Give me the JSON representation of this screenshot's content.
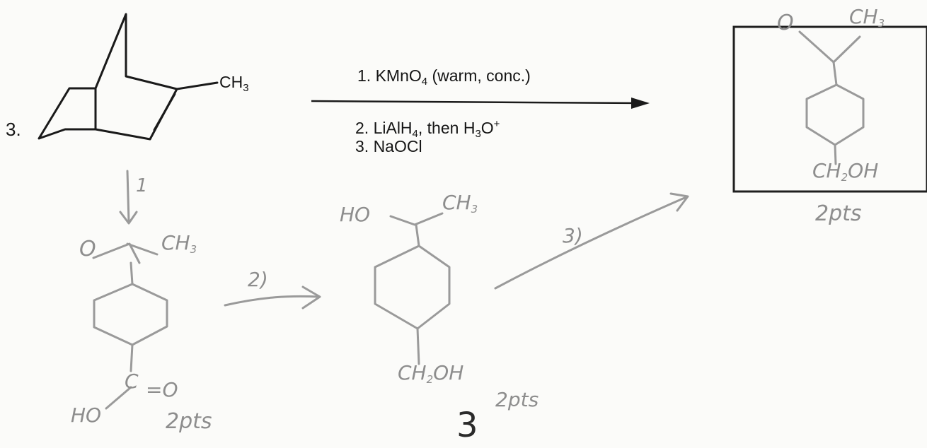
{
  "problem": {
    "number": "3.",
    "substituent": {
      "text": "CH",
      "sub": "3"
    },
    "reagents": {
      "step1": {
        "pre": "1. KMnO",
        "sub": "4",
        "post": " (warm, conc.)"
      },
      "step2": {
        "pre": "2.  LiAlH",
        "sub": "4",
        "mid": ", then H",
        "sub2": "3",
        "post": "O",
        "sup": "+"
      },
      "step3": "3. NaOCl"
    }
  },
  "handwritten": {
    "step1_arrow_label": "1",
    "step2_arrow_label": "2)",
    "step3_arrow_label": "3)",
    "intermediate1": {
      "ketone_o": "O",
      "ch3": {
        "text": "CH",
        "sub": "3"
      },
      "carbonyl_c": "C",
      "acid_o": "=O",
      "ho": "HO",
      "points": "2pts"
    },
    "intermediate2": {
      "ho": "HO",
      "ch3": {
        "text": "CH",
        "sub": "3"
      },
      "ch2oh": {
        "pre": "CH",
        "sub": "2",
        "post": "OH"
      },
      "points": "2pts",
      "label": "3"
    },
    "product": {
      "o": "O",
      "ch3": {
        "text": "CH",
        "sub": "3"
      },
      "ch2oh": {
        "pre": "CH",
        "sub": "2",
        "post": "OH"
      },
      "points": "2pts"
    }
  }
}
